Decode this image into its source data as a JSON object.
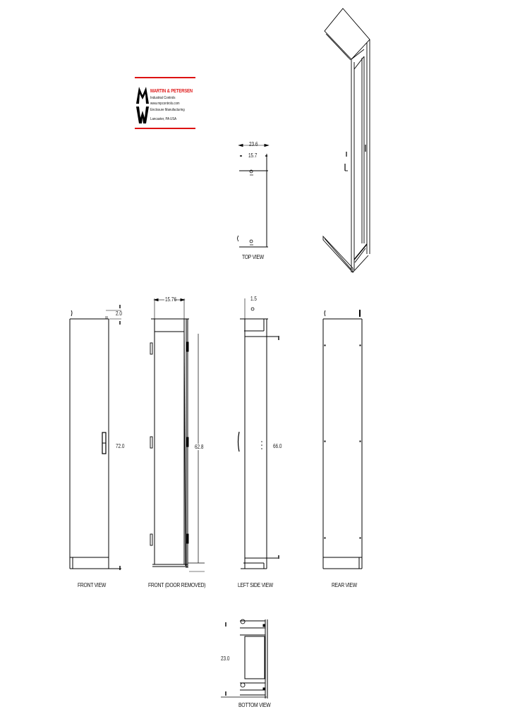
{
  "logo": {
    "brand": "MARTIN & PETERSEN",
    "lines": [
      "Industrial Controls",
      "www.mpcontrols.com",
      "Enclosure Manufacturing",
      "Lancaster, PA  USA"
    ],
    "accent_color": "#e02020"
  },
  "views": {
    "top": {
      "label": "TOP VIEW",
      "dim_overall": "23.6",
      "dim_inner": "15.7"
    },
    "front": {
      "label": "FRONT VIEW",
      "dim_top": "2.0",
      "dim_height": "72.0"
    },
    "front_door_removed": {
      "label": "FRONT (DOOR REMOVED)",
      "dim_width": "15.76",
      "dim_height": "62.8"
    },
    "left_side": {
      "label": "LEFT SIDE VIEW",
      "dim_depth": "1.5",
      "dim_height": "66.0"
    },
    "rear": {
      "label": "REAR VIEW"
    },
    "bottom": {
      "label": "BOTTOM VIEW",
      "dim_depth": "23.0"
    },
    "isometric": {
      "label": ""
    }
  }
}
